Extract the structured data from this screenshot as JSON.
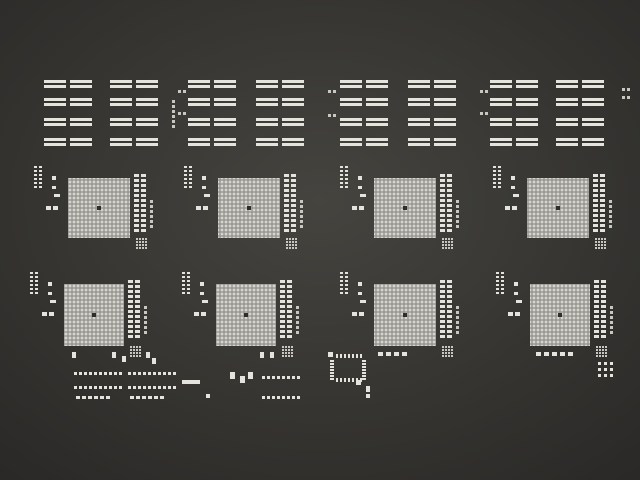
{
  "scene": {
    "subject": "stencil",
    "colors": {
      "background_top": "#3a3937",
      "background_bottom": "#2d2c2a",
      "aperture": "#e4e3dc",
      "aperture_dim": "#c9c8c0",
      "grid_fill": "#bdbcb4",
      "grid_line": "#8f8e88",
      "center_via": "#2f2e2c"
    },
    "counts": {
      "bga_grids": 8,
      "dash_rows_per_group": 4
    }
  }
}
